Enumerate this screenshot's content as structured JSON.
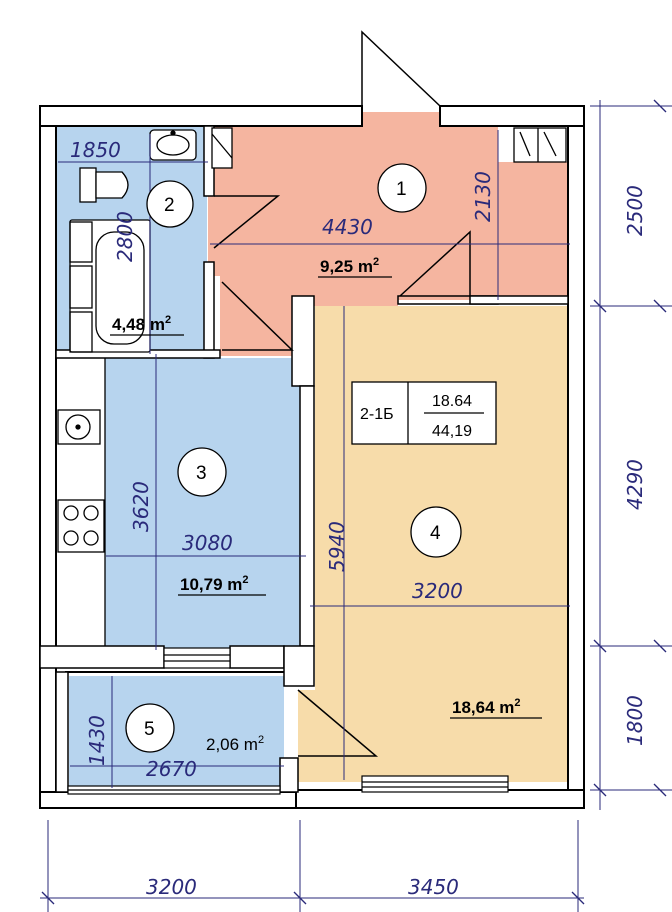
{
  "rooms": [
    {
      "number": "1",
      "area": "9,25",
      "unit": "m",
      "sup": "2"
    },
    {
      "number": "2",
      "area": "4,48",
      "unit": "m",
      "sup": "2"
    },
    {
      "number": "3",
      "area": "10,79",
      "unit": "m",
      "sup": "2"
    },
    {
      "number": "4",
      "area": "18,64",
      "unit": "m",
      "sup": "2"
    },
    {
      "number": "5",
      "area": "2,06 m",
      "sup": "2"
    }
  ],
  "dimensions": {
    "d1850": "1850",
    "d2800": "2800",
    "d4430": "4430",
    "d2130": "2130",
    "d3620": "3620",
    "d3080": "3080",
    "d5940": "5940",
    "d3200_inner": "3200",
    "d1430": "1430",
    "d2670": "2670",
    "d2500": "2500",
    "d4290": "4290",
    "d1800": "1800",
    "d3200_bottom": "3200",
    "d3450_bottom": "3450"
  },
  "apartment_table": {
    "type": "2-1Б",
    "living_area": "18.64",
    "total_area": "44,19"
  },
  "colors": {
    "room1": "#f5b5a0",
    "room2": "#b7d4ee",
    "room3": "#b7d4ee",
    "room4": "#f7dcaa",
    "room5": "#b7d4ee",
    "wall": "#000000",
    "dimension": "#2a2a7a"
  }
}
